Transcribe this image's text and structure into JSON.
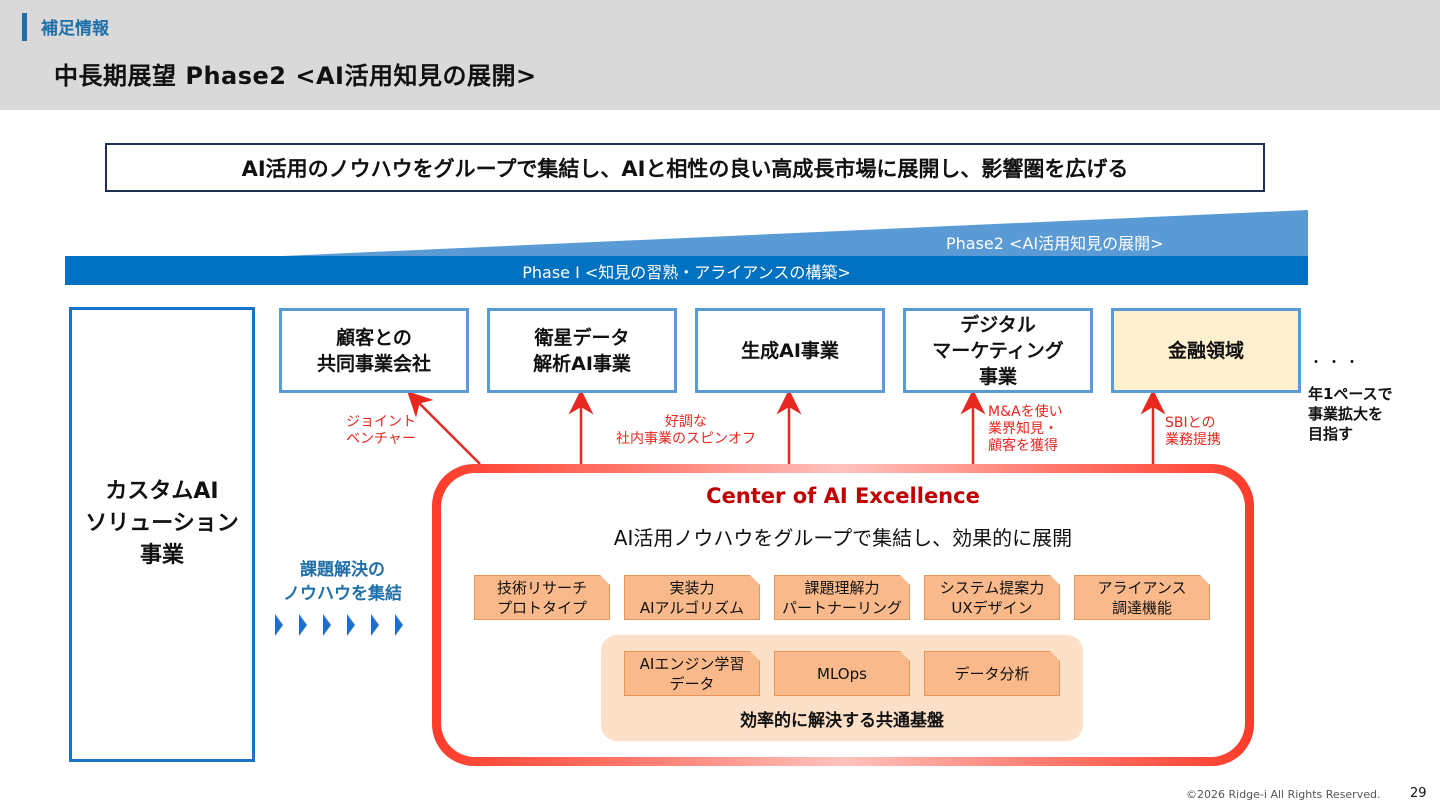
{
  "header": {
    "section_label": "補足情報",
    "page_title": "中長期展望  Phase2 <AI活用知見の展開>"
  },
  "statement": "AI活用のノウハウをグループで集結し、AIと相性の良い高成長市場に展開し、影響圏を広げる",
  "phases": {
    "phase2": "Phase2 <AI活用知見の展開>",
    "phase1": "Phase I <知見の習熟・アライアンスの構築>"
  },
  "colors": {
    "phase1_bar": "#0070c0",
    "phase2_wedge": "#5b9bd5",
    "coe_border": "#ff3b2a",
    "coe_title": "#c00000",
    "arrow_label": "#e8271f",
    "capability_tag": "#f9b98a",
    "platform_bg": "#fde0c8",
    "finance_box": "#fdf0cf"
  },
  "custom_ai": {
    "line1": "カスタムAI",
    "line2": "ソリューション",
    "line3": "事業"
  },
  "businesses": [
    {
      "line1": "顧客との",
      "line2": "共同事業会社"
    },
    {
      "line1": "衛星データ",
      "line2": "解析AI事業"
    },
    {
      "line1": "生成AI事業"
    },
    {
      "line1": "デジタル",
      "line2": "マーケティング",
      "line3": "事業"
    },
    {
      "line1": "金融領域"
    }
  ],
  "ellipsis": "・・・",
  "pace_note": {
    "line1": "年1ペースで",
    "line2": "事業拡大を",
    "line3": "目指す"
  },
  "arrow_labels": {
    "joint_venture": {
      "line1": "ジョイント",
      "line2": "ベンチャー"
    },
    "spinoff": {
      "line1": "好調な",
      "line2": "社内事業のスピンオフ"
    },
    "mna": {
      "line1": "M&Aを使い",
      "line2": "業界知見・",
      "line3": "顧客を獲得"
    },
    "sbi": {
      "line1": "SBIとの",
      "line2": "業務提携"
    }
  },
  "know_how": {
    "line1": "課題解決の",
    "line2": "ノウハウを集結"
  },
  "coe": {
    "title": "Center of AI Excellence",
    "subtitle": "AI活用ノウハウをグループで集結し、効果的に展開",
    "capabilities": [
      {
        "line1": "技術リサーチ",
        "line2": "プロトタイプ"
      },
      {
        "line1": "実装力",
        "line2": "AIアルゴリズム"
      },
      {
        "line1": "課題理解力",
        "line2": "パートナーリング"
      },
      {
        "line1": "システム提案力",
        "line2": "UXデザイン"
      },
      {
        "line1": "アライアンス",
        "line2": "調達機能"
      }
    ],
    "platform": {
      "items": [
        {
          "line1": "AIエンジン学習",
          "line2": "データ"
        },
        {
          "line1": "MLOps"
        },
        {
          "line1": "データ分析"
        }
      ],
      "label": "効率的に解決する共通基盤"
    }
  },
  "footer": {
    "copyright": "©2026 Ridge-i All Rights Reserved.",
    "page_number": "29"
  }
}
